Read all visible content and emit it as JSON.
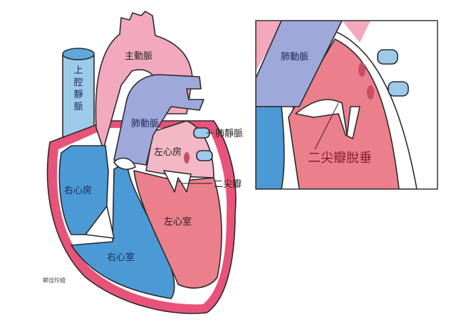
{
  "labels": {
    "superior_vena_cava": [
      "上",
      "腔",
      "靜",
      "脈"
    ],
    "aorta": "主動脈",
    "pulmonary_artery": "肺動脈",
    "pulmonary_vein": "肺靜脈",
    "left_atrium": "左心房",
    "mitral_valve": "二尖瓣",
    "right_atrium": "右心房",
    "left_ventricle": "左心室",
    "right_ventricle": "右心室"
  },
  "inset": {
    "pulmonary_artery": "肺動脈",
    "mitral_valve_prolapse": "二尖瓣脫垂"
  },
  "signature": "鄭佳玲繪",
  "colors": {
    "aorta": "#f2a9bd",
    "pulmonary_artery": "#9ea8da",
    "right_heart": "#4b9ad6",
    "vein": "#9ccbea",
    "left_ventricle": "#ec7f8c",
    "left_atrium": "#f3b8c5",
    "label_accent": "#8a1f2a"
  }
}
